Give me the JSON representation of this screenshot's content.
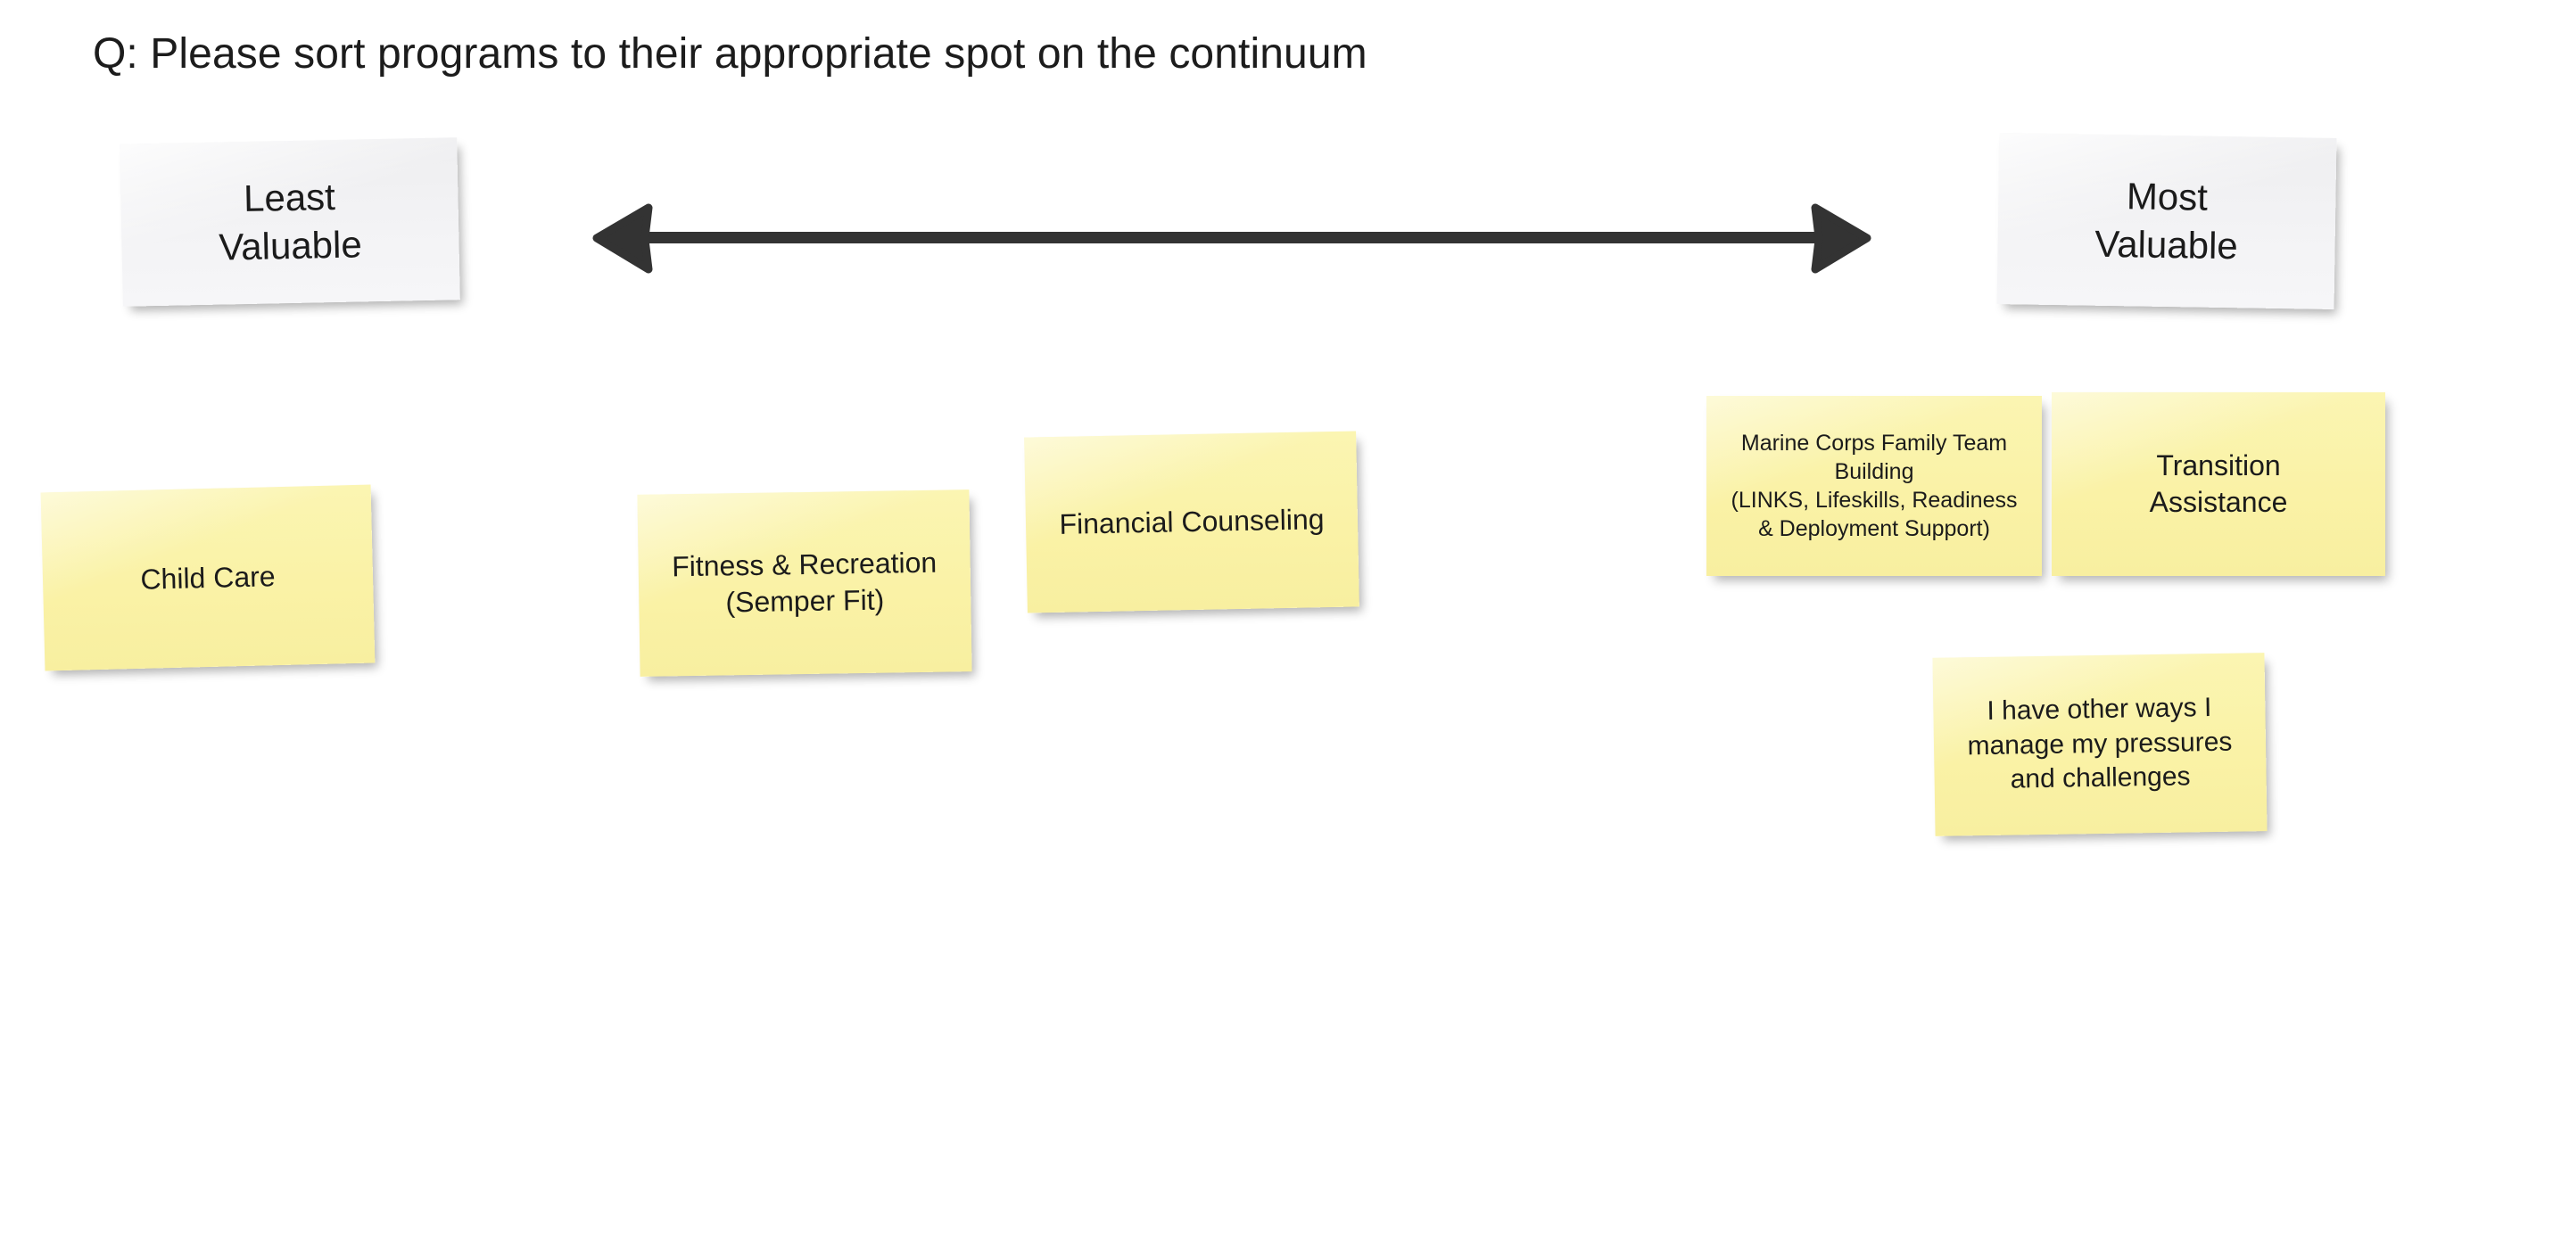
{
  "page": {
    "title": "Q: Please sort programs to their appropriate spot on the continuum",
    "background_color": "#ffffff"
  },
  "continuum": {
    "arrow": {
      "icon": "double-headed-arrow-icon",
      "direction": "bidirectional-horizontal",
      "color": "#333333"
    },
    "left_anchor": {
      "label": "Least\nValuable",
      "color": "#f2f2f4"
    },
    "right_anchor": {
      "label": "Most\nValuable",
      "color": "#f2f2f4"
    }
  },
  "notes": [
    {
      "id": "child-care",
      "label": "Child Care",
      "color": "#faf2a6"
    },
    {
      "id": "fitness-recreation",
      "label": "Fitness & Recreation\n(Semper Fit)",
      "color": "#faf2a6"
    },
    {
      "id": "financial-counseling",
      "label": "Financial Counseling",
      "color": "#faf2a6"
    },
    {
      "id": "mcftb",
      "label": "Marine Corps Family Team\nBuilding\n(LINKS, Lifeskills, Readiness\n& Deployment Support)",
      "color": "#faf2a6"
    },
    {
      "id": "transition-assistance",
      "label": "Transition\nAssistance",
      "color": "#faf2a6"
    },
    {
      "id": "other-ways",
      "label": "I have other ways I\nmanage my pressures\nand challenges",
      "color": "#faf2a6"
    }
  ]
}
